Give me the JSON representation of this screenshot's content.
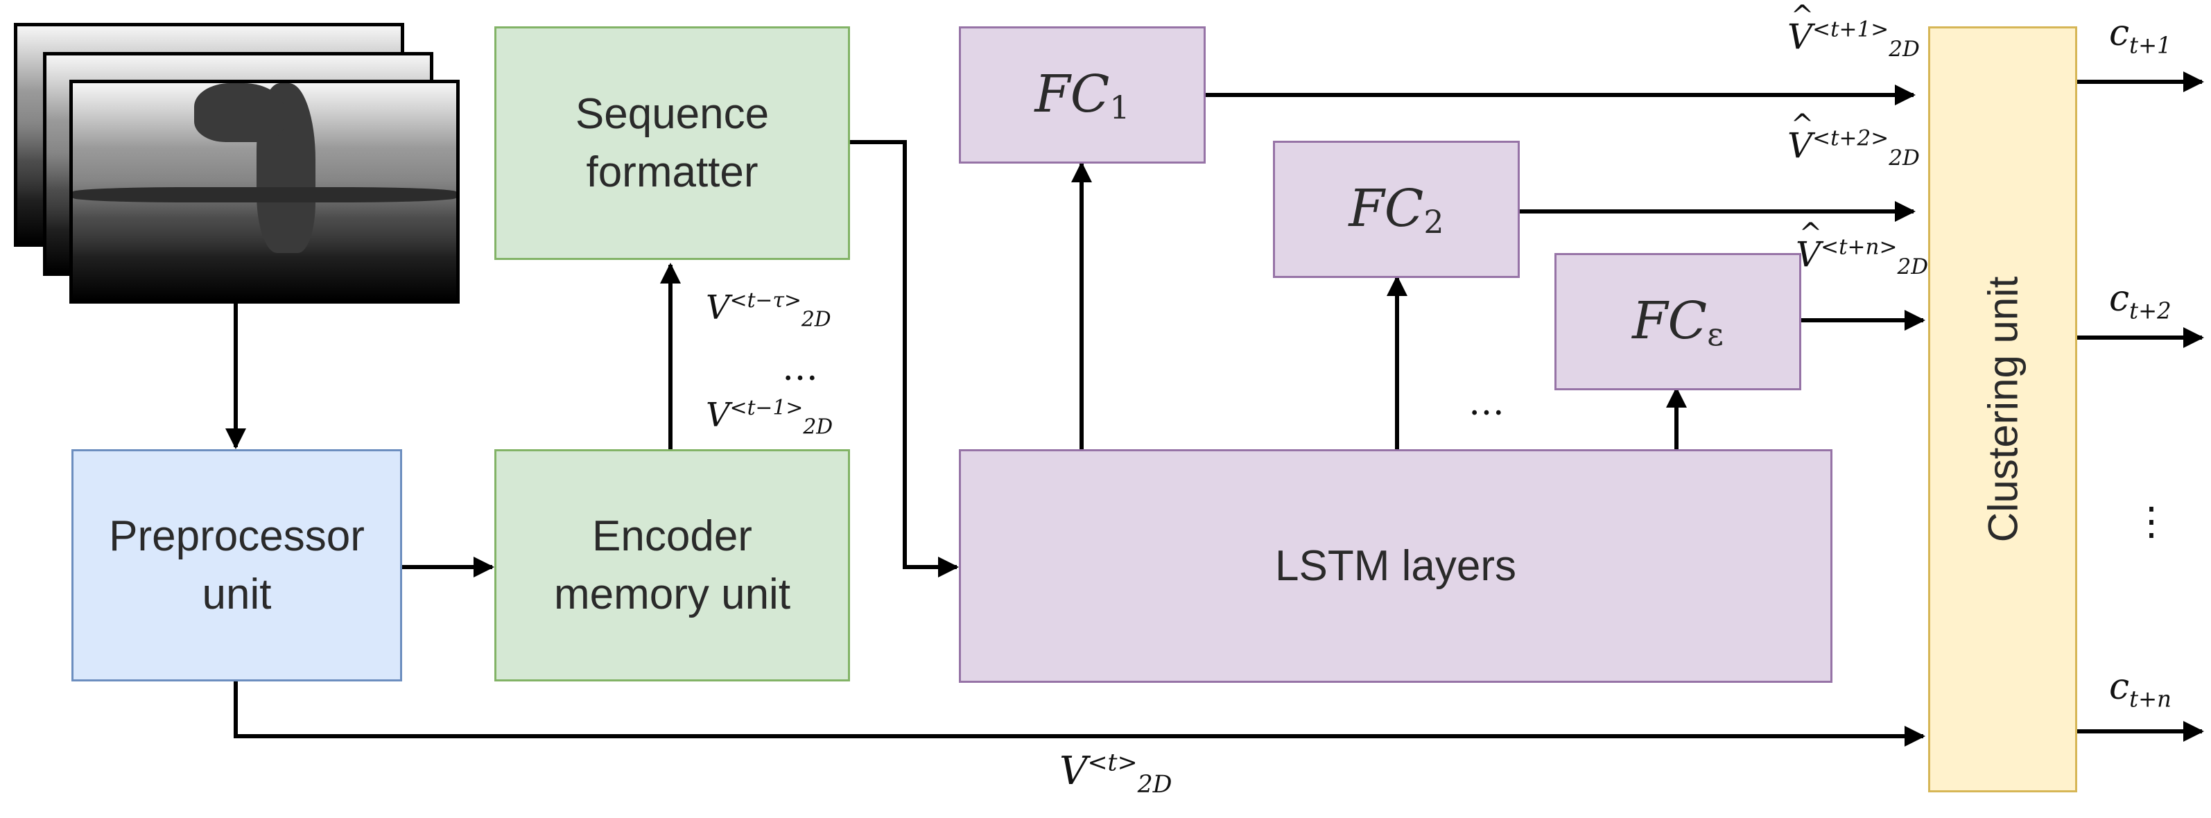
{
  "diagram": {
    "boxes": {
      "preprocessor": {
        "label": "Preprocessor\nunit"
      },
      "encoder": {
        "label": "Encoder\nmemory unit"
      },
      "sequence_formatter": {
        "label": "Sequence\nformatter"
      },
      "lstm": {
        "label": "LSTM layers"
      },
      "clustering": {
        "label": "Clustering unit"
      },
      "fc1": {
        "base": "FC",
        "sub": "1"
      },
      "fc2": {
        "base": "FC",
        "sub": "2"
      },
      "fce": {
        "base": "FC",
        "sub": "ε"
      }
    },
    "labels": {
      "v_t_minus_tau": {
        "base": "V",
        "sub": "2D",
        "sup": "<t−τ>"
      },
      "v_t_minus_1": {
        "base": "V",
        "sub": "2D",
        "sup": "<t−1>"
      },
      "v_t": {
        "base": "V",
        "sub": "2D",
        "sup": "<t>"
      },
      "vhat_t_plus_1": {
        "base": "V",
        "sub": "2D",
        "sup": "<t+1>"
      },
      "vhat_t_plus_2": {
        "base": "V",
        "sub": "2D",
        "sup": "<t+2>"
      },
      "vhat_t_plus_n": {
        "base": "V",
        "sub": "2D",
        "sup": "<t+n>"
      },
      "c_t_plus_1": {
        "base": "c",
        "sub": "t+1"
      },
      "c_t_plus_2": {
        "base": "c",
        "sub": "t+2"
      },
      "c_t_plus_n": {
        "base": "c",
        "sub": "t+n"
      }
    },
    "ellipses": {
      "between_inputs": "…",
      "between_fc": "…",
      "between_outputs": "⋮"
    }
  },
  "colors": {
    "preprocessor_fill": "#dae8fc",
    "encoder_fill": "#d5e8d4",
    "lstm_fill": "#e1d5e7",
    "clustering_fill": "#fff2cc",
    "wire": "#000000"
  }
}
